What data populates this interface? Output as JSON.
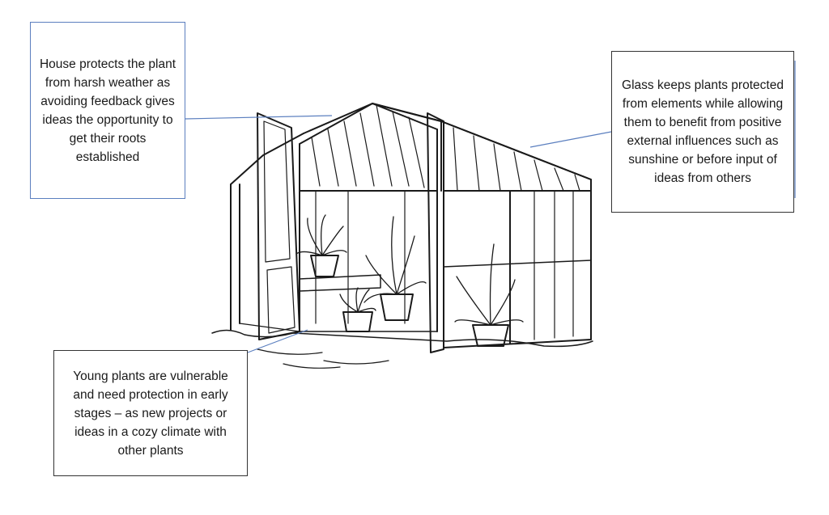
{
  "callouts": {
    "house": {
      "text": "House protects the plant from harsh weather as avoiding feedback gives ideas the opportunity to get their roots established"
    },
    "glass": {
      "text": "Glass keeps plants protected from elements while allowing them to benefit from positive external influences such as sunshine or before input of ideas from others"
    },
    "young": {
      "text": "Young plants are vulnerable and need protection in early stages – as new projects or ideas in a cozy climate with other plants"
    }
  },
  "colors": {
    "connector": "#5b7fbf",
    "line_art": "#1a1a1a",
    "box_border": "#333333"
  },
  "illustration": "greenhouse-line-drawing"
}
